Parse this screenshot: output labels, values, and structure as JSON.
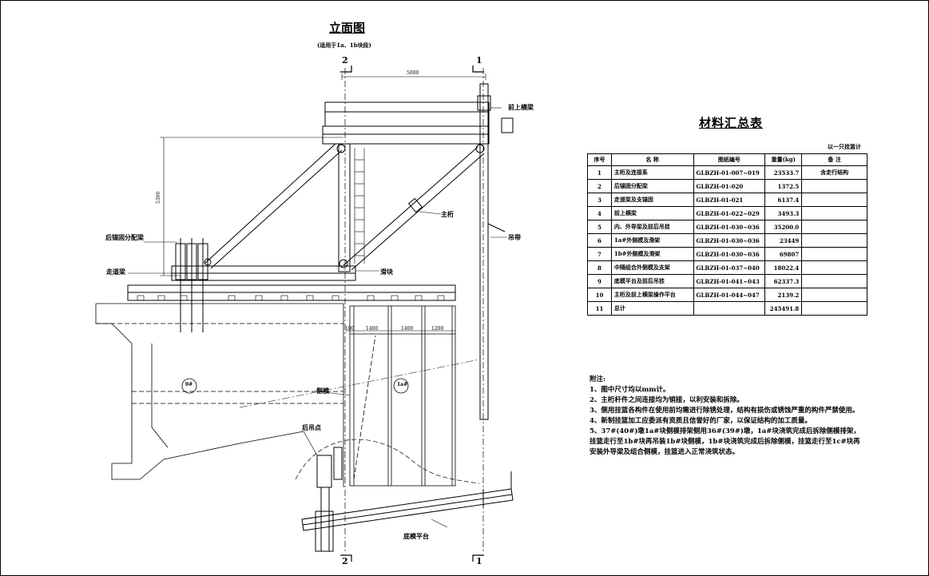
{
  "elevation": {
    "title": "立面图",
    "subtitle": "(适用于1a、1b块段)",
    "section_markers": [
      "2",
      "1",
      "2",
      "1"
    ],
    "dimensions": {
      "top_span": "5000",
      "height": "5300",
      "panel_widths": [
        "100",
        "1400",
        "1400",
        "1200"
      ]
    },
    "labels": {
      "front_beam": "前上横梁",
      "main_truss": "主桁",
      "hanger": "吊带",
      "rear_anchor": "后锚固分配梁",
      "walkway_beam": "走道梁",
      "sliding_block": "滑块",
      "side_form": "侧模",
      "rear_hanging_point": "后吊点",
      "bottom_platform": "底模平台",
      "block_0": "0#",
      "block_1": "1a#"
    }
  },
  "material_table": {
    "title": "材料汇总表",
    "note": "以一只挂篮计",
    "headers": [
      "序号",
      "名 称",
      "图纸编号",
      "重量(kg)",
      "备 注"
    ],
    "rows": [
      [
        "1",
        "主桁及连接系",
        "GLBZH-01-007~019",
        "23533.7",
        "含走行结构"
      ],
      [
        "2",
        "后锚固分配梁",
        "GLBZH-01-020",
        "1372.5",
        ""
      ],
      [
        "3",
        "走道梁及支锚固",
        "GLBZH-01-021",
        "6137.4",
        ""
      ],
      [
        "4",
        "前上横梁",
        "GLBZH-01-022~029",
        "3493.3",
        ""
      ],
      [
        "5",
        "内、外导梁及前后吊挂",
        "GLBZH-01-030~036",
        "35200.0",
        ""
      ],
      [
        "6",
        "1a#外侧模及滑架",
        "GLBZH-01-030~036",
        "23449",
        ""
      ],
      [
        "7",
        "1b#外侧模及滑架",
        "GLBZH-01-030~036",
        "69807",
        ""
      ],
      [
        "8",
        "中隔组合外侧模及支架",
        "GLBZH-01-037~040",
        "18022.4",
        ""
      ],
      [
        "9",
        "底模平台及前后吊挂",
        "GLBZH-01-041~043",
        "62337.3",
        ""
      ],
      [
        "10",
        "主桁及前上横梁操作平台",
        "GLBZH-01-044~047",
        "2139.2",
        ""
      ],
      [
        "11",
        "总计",
        "",
        "245491.8",
        ""
      ]
    ]
  },
  "notes": {
    "heading": "附注:",
    "items": [
      "1、图中尺寸均以mm计。",
      "2、主桁杆件之间连接均为销接，以利安装和拆除。",
      "3、侧用挂篮各构件在使用前均需进行除锈处理，结构有损伤或锈蚀严重的构件严禁使用。",
      "4、新制挂篮加工应委派有资质且信誉好的厂家，以保证结构的加工质量。",
      "5、37#(40#)墩1a#块侧模排架侧用36#(39#)墩，1a#块浇筑完成后拆除侧模排架，挂篮走行至1b#块再吊装1b#块侧模，1b#块浇筑完成后拆除侧模，挂篮走行至1c#块再安装外导梁及组合侧模，挂篮进入正常浇筑状态。"
    ]
  }
}
